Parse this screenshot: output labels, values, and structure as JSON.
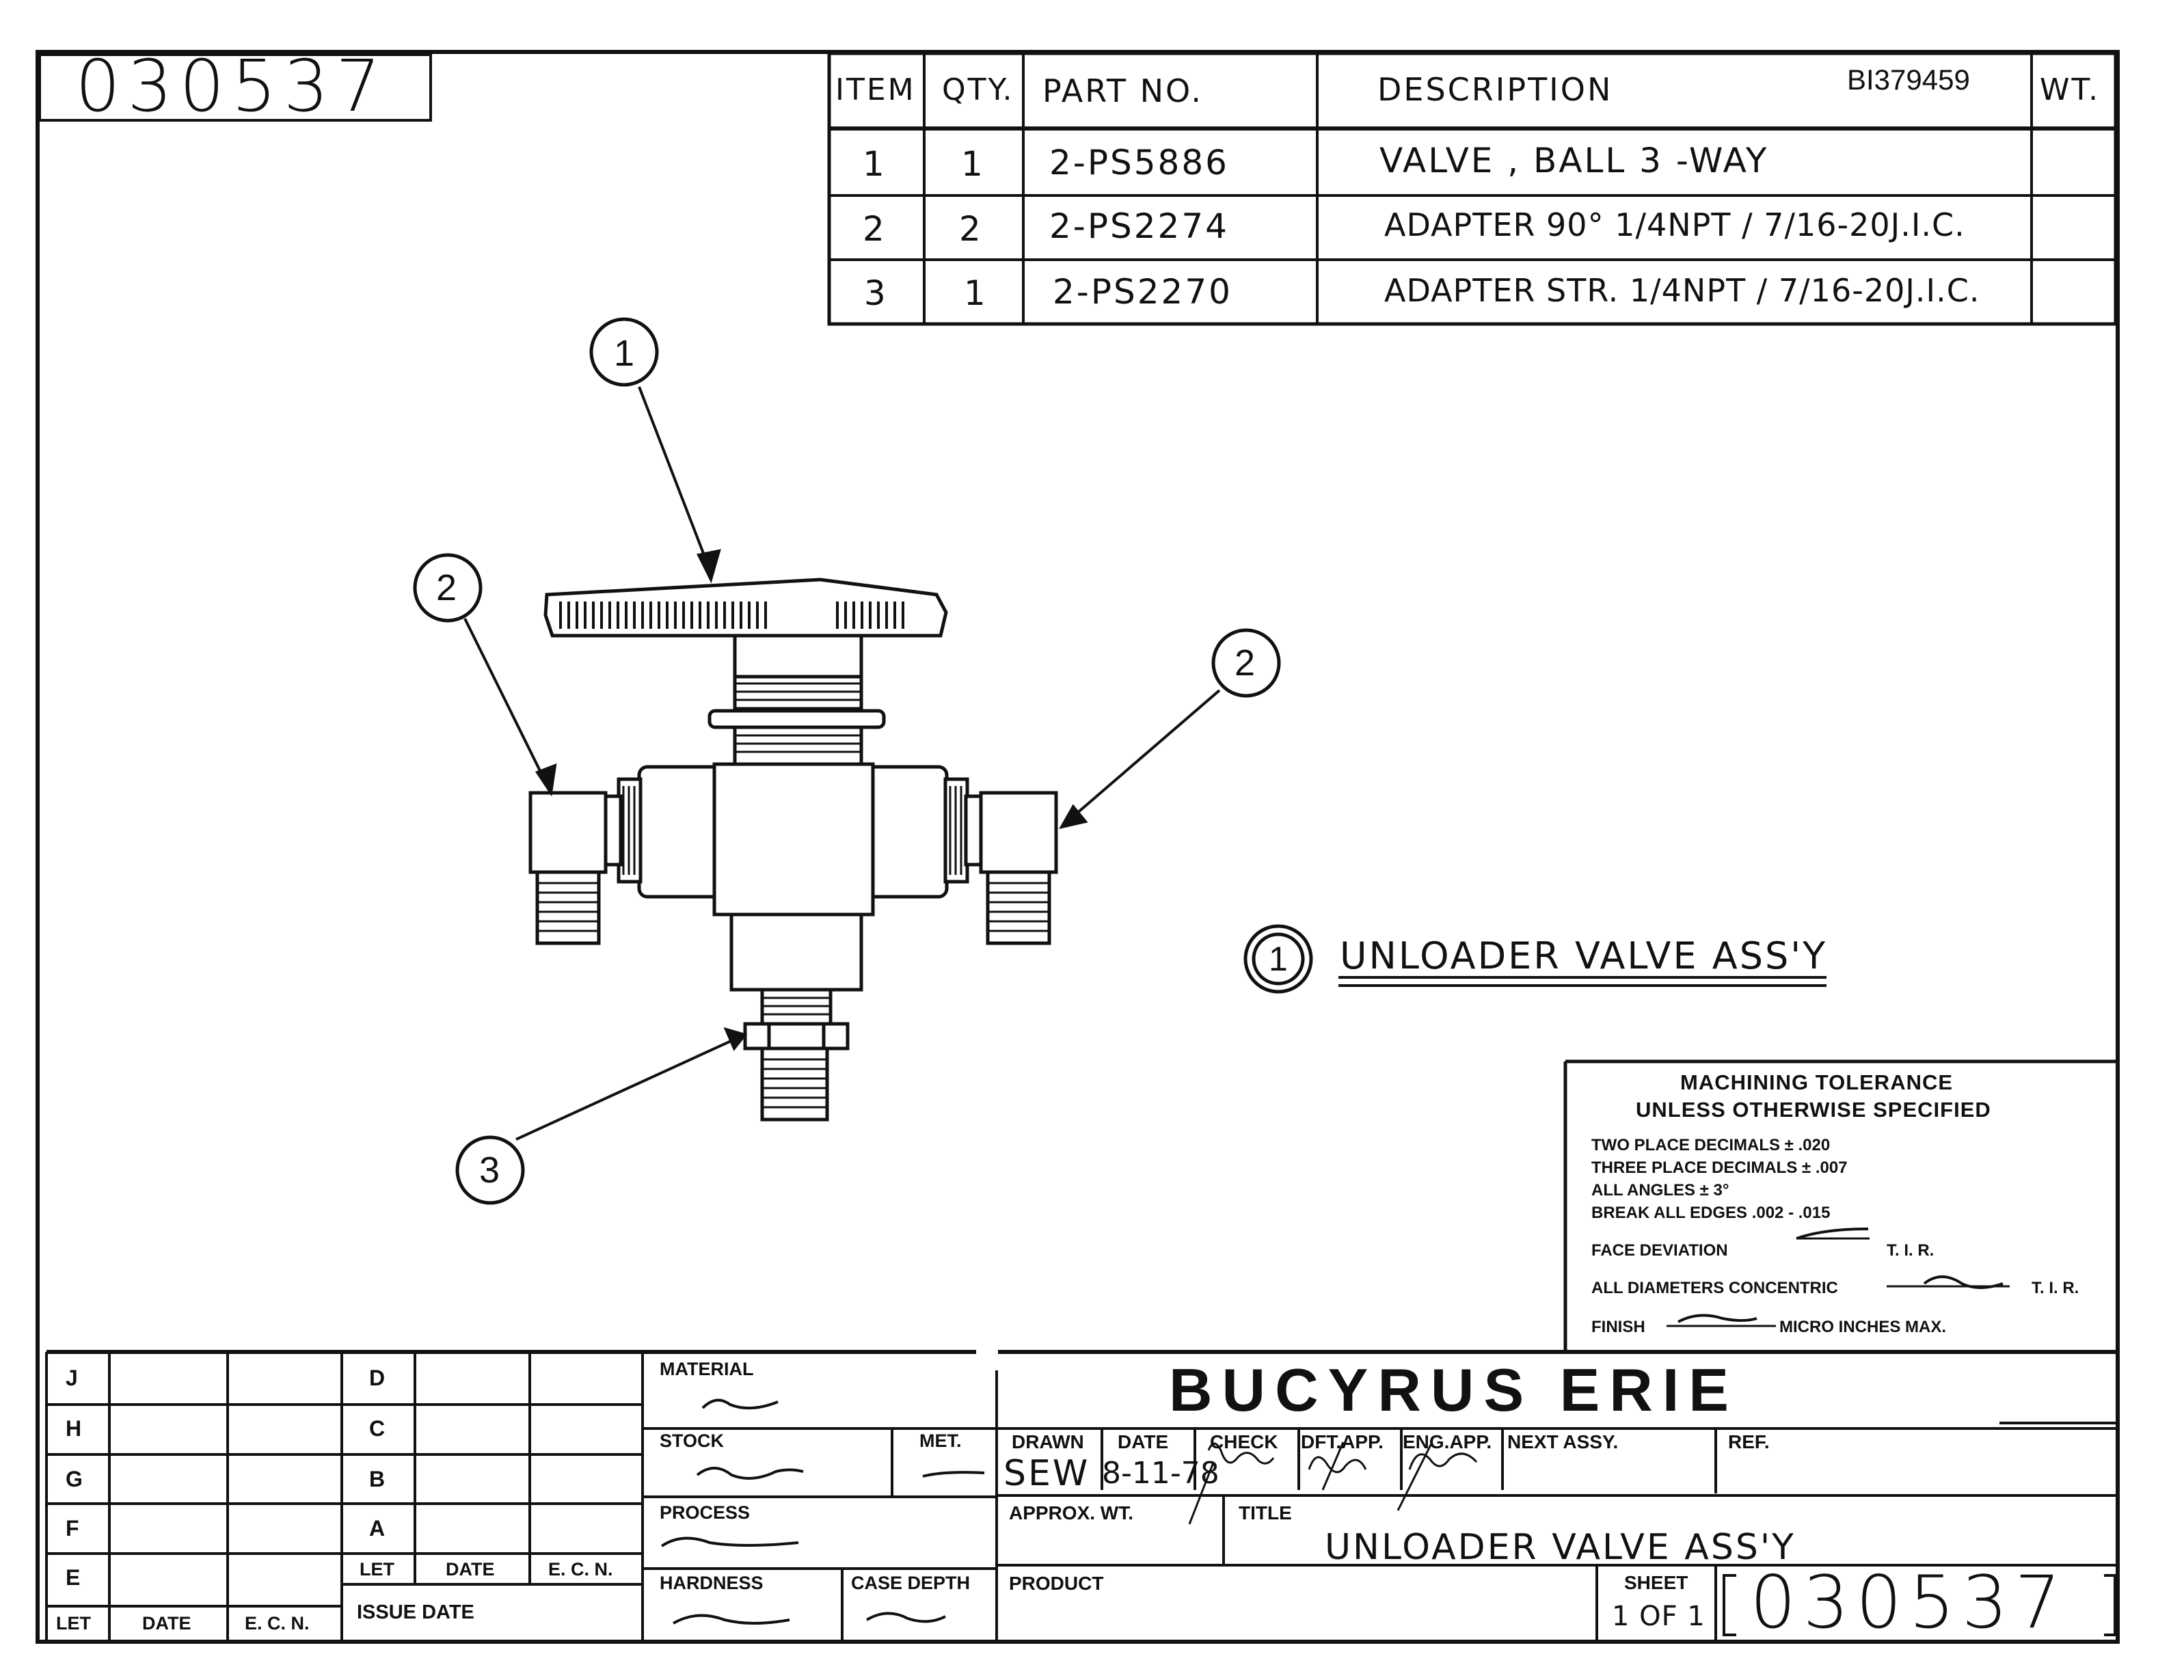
{
  "drawing_number_top": "030537",
  "bom": {
    "headers": {
      "item": "ITEM",
      "qty": "QTY.",
      "part_no": "PART NO.",
      "description": "DESCRIPTION",
      "wt": "WT."
    },
    "ref_code": "BI379459",
    "rows": [
      {
        "item": "1",
        "qty": "1",
        "part_no": "2-PS5886",
        "description": "VALVE , BALL   3 -WAY"
      },
      {
        "item": "2",
        "qty": "2",
        "part_no": "2-PS2274",
        "description": "ADAPTER 90°  1/4NPT / 7/16-20J.I.C."
      },
      {
        "item": "3",
        "qty": "1",
        "part_no": "2-PS2270",
        "description": "ADAPTER  STR. 1/4NPT / 7/16-20J.I.C."
      }
    ]
  },
  "balloons": {
    "b1": "1",
    "b2_left": "2",
    "b2_right": "2",
    "b3": "3"
  },
  "assembly_label": {
    "balloon": "1",
    "text": "UNLOADER  VALVE  ASS'Y"
  },
  "tolerance": {
    "title1": "MACHINING TOLERANCE",
    "title2": "UNLESS OTHERWISE SPECIFIED",
    "l1": "TWO    PLACE DECIMALS ± .020",
    "l2": "THREE PLACE DECIMALS ± .007",
    "l3": "ALL ANGLES ± 3°",
    "l4": "BREAK ALL EDGES .002 - .015",
    "face_pre": "FACE DEVIATION",
    "face_post": "T. I. R.",
    "diam_pre": "ALL DIAMETERS CONCENTRIC",
    "diam_post": "T. I. R.",
    "finish_pre": "FINISH",
    "finish_post": "MICRO INCHES MAX."
  },
  "revision_left": {
    "rows": [
      "J",
      "H",
      "G",
      "F",
      "E"
    ],
    "footer": [
      "LET",
      "DATE",
      "E. C. N."
    ]
  },
  "revision_right": {
    "rows": [
      "D",
      "C",
      "B",
      "A"
    ],
    "footer": [
      "LET",
      "DATE",
      "E. C. N."
    ],
    "issue_date": "ISSUE DATE"
  },
  "material_block": {
    "material": "MATERIAL",
    "stock": "STOCK",
    "met": "MET.",
    "process": "PROCESS",
    "hardness": "HARDNESS",
    "case_depth": "CASE DEPTH"
  },
  "title_block": {
    "company": "BUCYRUS ERIE",
    "drawn_label": "DRAWN",
    "drawn_value": "SEW",
    "date_label": "DATE",
    "date_value": "8-11-78",
    "check_label": "CHECK",
    "dft_label": "DFT.APP.",
    "eng_label": "ENG.APP.",
    "next_assy_label": "NEXT ASSY.",
    "ref_label": "REF.",
    "approx_wt_label": "APPROX. WT.",
    "title_label": "TITLE",
    "title_value": "UNLOADER VALVE ASS'Y",
    "product_label": "PRODUCT",
    "sheet_label": "SHEET",
    "sheet_value": "1 OF 1",
    "drawing_number": "030537"
  }
}
